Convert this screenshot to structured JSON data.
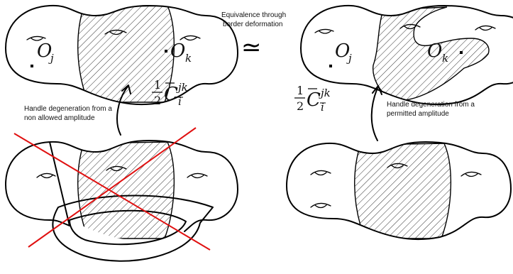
{
  "captions": {
    "equivalence": [
      "Equivalence through",
      "border deformation"
    ],
    "non_allowed": [
      "Handle degeneration from a",
      "non allowed amplitude"
    ],
    "permitted": [
      "Handle degeneration from a",
      "permitted amplitude"
    ]
  },
  "symbols": {
    "equiv": "≃",
    "op_j": "O",
    "op_k": "O",
    "sub_j": "j",
    "sub_k": "k",
    "half": "1",
    "two": "2",
    "C": "C",
    "sup_jk": "jk",
    "sub_i": "i"
  },
  "colors": {
    "ink": "#000000",
    "cross": "#e01010",
    "background": "#ffffff"
  }
}
